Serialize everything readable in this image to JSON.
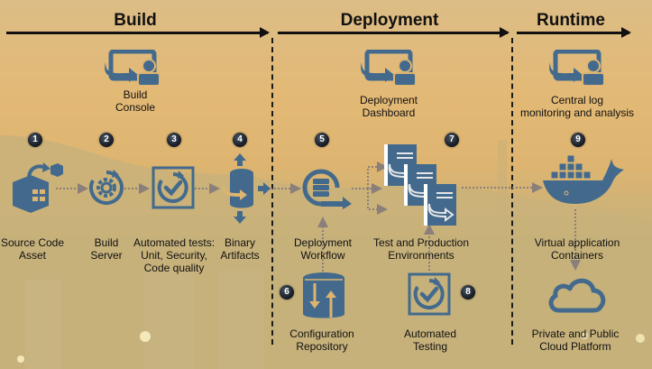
{
  "phases": [
    {
      "id": "build",
      "label": "Build"
    },
    {
      "id": "deployment",
      "label": "Deployment"
    },
    {
      "id": "runtime",
      "label": "Runtime"
    }
  ],
  "consoles": [
    {
      "label_lines": [
        "Build",
        "Console"
      ],
      "icon": "console-monitor-user-icon"
    },
    {
      "label_lines": [
        "Deployment",
        "Dashboard"
      ],
      "icon": "console-monitor-user-icon"
    },
    {
      "label_lines": [
        "Central log",
        "monitoring and analysis"
      ],
      "icon": "console-monitor-user-icon"
    }
  ],
  "steps": [
    {
      "number": "1",
      "label_lines": [
        "Source Code",
        "Asset"
      ],
      "icon": "source-code-package-icon"
    },
    {
      "number": "2",
      "label_lines": [
        "Build",
        "Server"
      ],
      "icon": "gear-cycle-icon"
    },
    {
      "number": "3",
      "label_lines": [
        "Automated tests:",
        "Unit, Security,",
        "Code quality"
      ],
      "icon": "checkmark-cycle-icon"
    },
    {
      "number": "4",
      "label_lines": [
        "Binary",
        "Artifacts"
      ],
      "icon": "database-arrows-icon"
    },
    {
      "number": "5",
      "label_lines": [
        "Deployment",
        "Workflow"
      ],
      "icon": "server-cycle-icon"
    },
    {
      "number": "6",
      "label_lines": [
        "Configuration",
        "Repository"
      ],
      "icon": "database-sync-icon"
    },
    {
      "number": "7",
      "label_lines": [
        "Test and Production",
        "Environments"
      ],
      "icon": "stacked-documents-icon"
    },
    {
      "number": "8",
      "label_lines": [
        "Automated",
        "Testing"
      ],
      "icon": "checkmark-cycle-icon"
    },
    {
      "number": "9",
      "label_lines": [
        "Virtual application",
        "Containers"
      ],
      "icon": "docker-whale-icon"
    },
    {
      "number": "",
      "label_lines": [
        "Private and Public",
        "Cloud Platform"
      ],
      "icon": "cloud-icon"
    }
  ],
  "colors": {
    "icon_blue": "#436a8d",
    "connector": "#8a7f7a",
    "text": "#111111"
  }
}
